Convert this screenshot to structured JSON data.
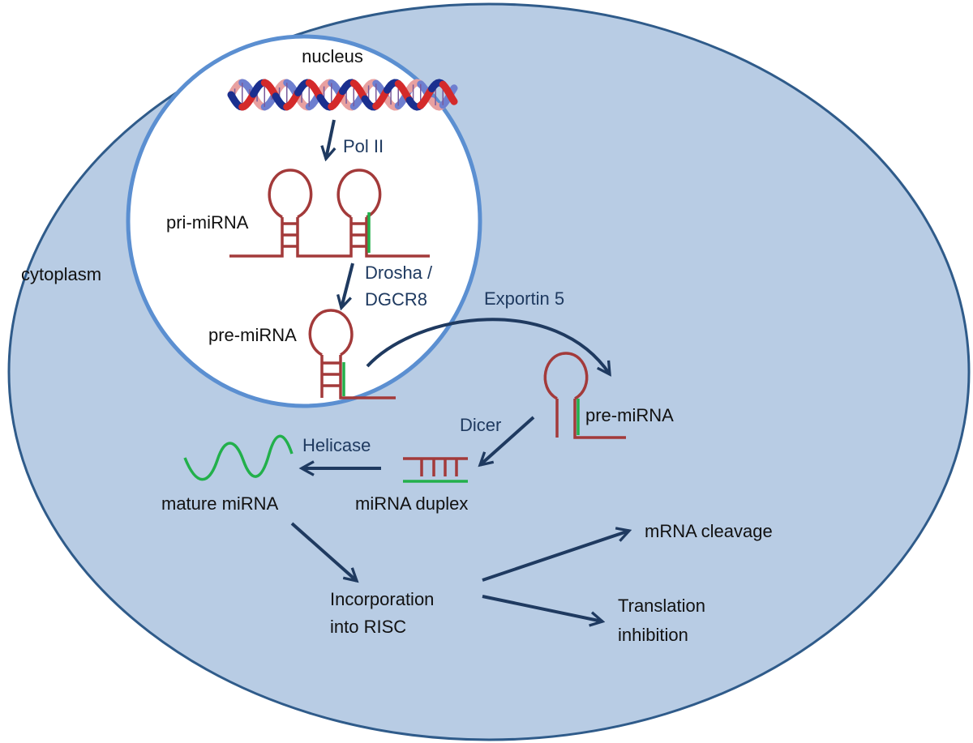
{
  "compartments": {
    "nucleus": "nucleus",
    "cytoplasm": "cytoplasm"
  },
  "molecules": {
    "pri_mirna": "pri-miRNA",
    "pre_mirna_nuclear": "pre-miRNA",
    "pre_mirna_cytoplasmic": "pre-miRNA",
    "mirna_duplex": "miRNA duplex",
    "mature_mirna": "mature miRNA"
  },
  "enzymes": {
    "pol_ii": "Pol II",
    "drosha_line1": "Drosha /",
    "drosha_line2": "DGCR8",
    "exportin": "Exportin 5",
    "dicer": "Dicer",
    "helicase": "Helicase"
  },
  "steps": {
    "risc_line1": "Incorporation",
    "risc_line2": "into RISC",
    "cleavage": "mRNA cleavage",
    "translation_line1": "Translation",
    "translation_line2": "inhibition"
  },
  "colors": {
    "cell_fill": "#b8cce4",
    "cell_stroke": "#2f5b8a",
    "nucleus_stroke": "#5b8fd1",
    "rna": "#a33a3a",
    "mature_strand": "#22b04b",
    "arrow": "#1f3a60",
    "dna_dark": "#1a2f8f",
    "dna_red": "#d42a2a",
    "dna_pink": "#e8a0a0"
  }
}
